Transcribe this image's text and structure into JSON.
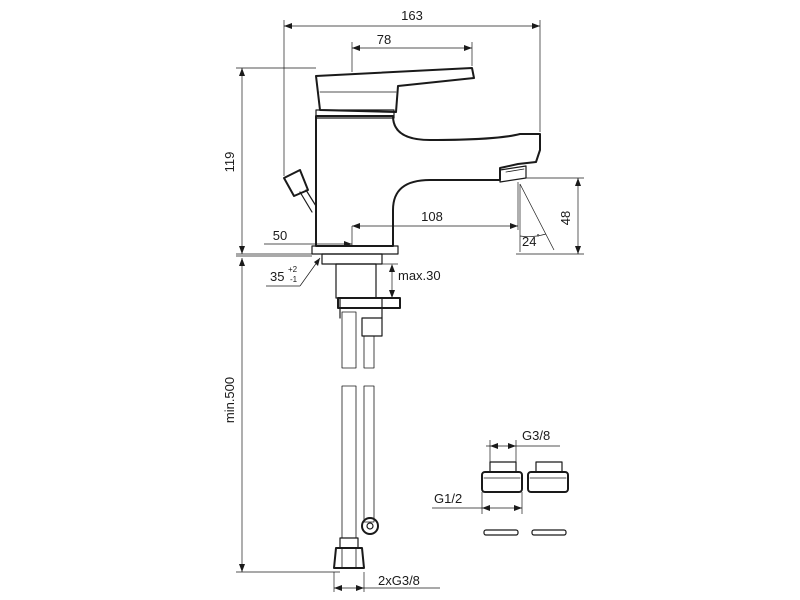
{
  "dimensions": {
    "overall_width": "163",
    "lever_length": "78",
    "height": "119",
    "spout_reach": "108",
    "outlet_height": "48",
    "outlet_angle": "24",
    "outlet_angle_superscript": "°",
    "base_diameter": "50",
    "hole_diameter": "35",
    "hole_tolerance_upper": "+2",
    "hole_tolerance_lower": "-1",
    "max_deck_thickness": "max.30",
    "hose_length": "min.500",
    "hose_connection": "2xG3/8",
    "adapter_outlet": "G3/8",
    "adapter_inlet": "G1/2"
  }
}
